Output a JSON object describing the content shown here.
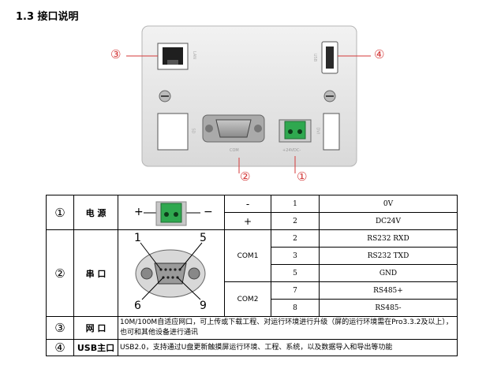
{
  "heading": "1.3 接口说明",
  "diagram": {
    "callouts": [
      "③",
      "④",
      "②",
      "①"
    ],
    "port_labels": {
      "lan": "LAN",
      "usb": "USB",
      "com": "COM",
      "power": "+24VDC-",
      "side1": "SD",
      "side2": "DVI"
    }
  },
  "table": {
    "rows": [
      {
        "num": "①",
        "label": "电  源"
      },
      {
        "num": "②",
        "label": "串  口"
      },
      {
        "num": "③",
        "label": "网  口"
      },
      {
        "num": "④",
        "label": "USB主口"
      }
    ],
    "power": {
      "plus": "+",
      "minus": "−",
      "pins": [
        {
          "sym": "-",
          "pin": "1",
          "sig": "0V"
        },
        {
          "sym": "+",
          "pin": "2",
          "sig": "DC24V"
        }
      ]
    },
    "serial": {
      "pin_labels": {
        "tl": "1",
        "tr": "5",
        "bl": "6",
        "br": "9"
      },
      "groups": [
        {
          "name": "COM1",
          "pins": [
            {
              "pin": "2",
              "sig": "RS232 RXD"
            },
            {
              "pin": "3",
              "sig": "RS232 TXD"
            },
            {
              "pin": "5",
              "sig": "GND"
            }
          ]
        },
        {
          "name": "COM2",
          "pins": [
            {
              "pin": "7",
              "sig": "RS485+"
            },
            {
              "pin": "8",
              "sig": "RS485-"
            }
          ]
        }
      ]
    },
    "network_desc": "10M/100M自适应网口，可上传或下载工程、对运行环境进行升级（屏的运行环境需在Pro3.3.2及以上），也可和其他设备进行通讯",
    "usb_desc": "USB2.0，支持通过U盘更新触摸屏运行环境、工程、系统，以及数据导入和导出等功能"
  },
  "colors": {
    "callout": "#d43a3a",
    "terminal": "#2fa84f",
    "panel": "#e8e8e8"
  }
}
